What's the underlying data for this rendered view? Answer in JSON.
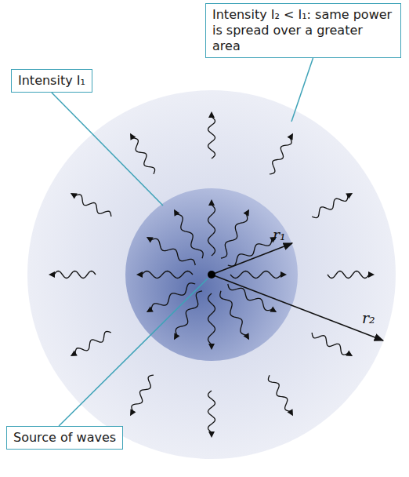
{
  "diagram": {
    "nodes": [
      {
        "text": [
          "Intensity I₂ < I₁: same power is spread over a greater area"
        ]
      },
      {
        "text": [
          "Intensity I₁"
        ]
      },
      {
        "text": [
          "Source of waves"
        ]
      }
    ],
    "labels": [
      "r₁",
      "r₂"
    ]
  }
}
